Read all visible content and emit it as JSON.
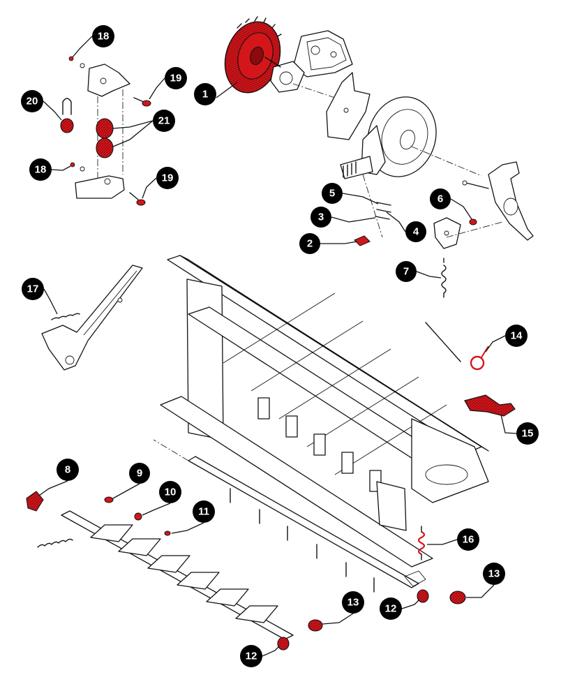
{
  "colors": {
    "highlight": "#d4161b",
    "highlight_dark": "#8a0a0e",
    "line": "#111111",
    "callout_fill": "#000000",
    "callout_text": "#ffffff"
  },
  "callouts": [
    {
      "label": "1"
    },
    {
      "label": "2"
    },
    {
      "label": "3"
    },
    {
      "label": "4"
    },
    {
      "label": "5"
    },
    {
      "label": "6"
    },
    {
      "label": "7"
    },
    {
      "label": "8"
    },
    {
      "label": "9"
    },
    {
      "label": "10"
    },
    {
      "label": "11"
    },
    {
      "label": "12"
    },
    {
      "label": "12"
    },
    {
      "label": "13"
    },
    {
      "label": "13"
    },
    {
      "label": "14"
    },
    {
      "label": "15"
    },
    {
      "label": "16"
    },
    {
      "label": "17"
    },
    {
      "label": "18"
    },
    {
      "label": "18"
    },
    {
      "label": "19"
    },
    {
      "label": "19"
    },
    {
      "label": "20"
    },
    {
      "label": "21"
    }
  ]
}
